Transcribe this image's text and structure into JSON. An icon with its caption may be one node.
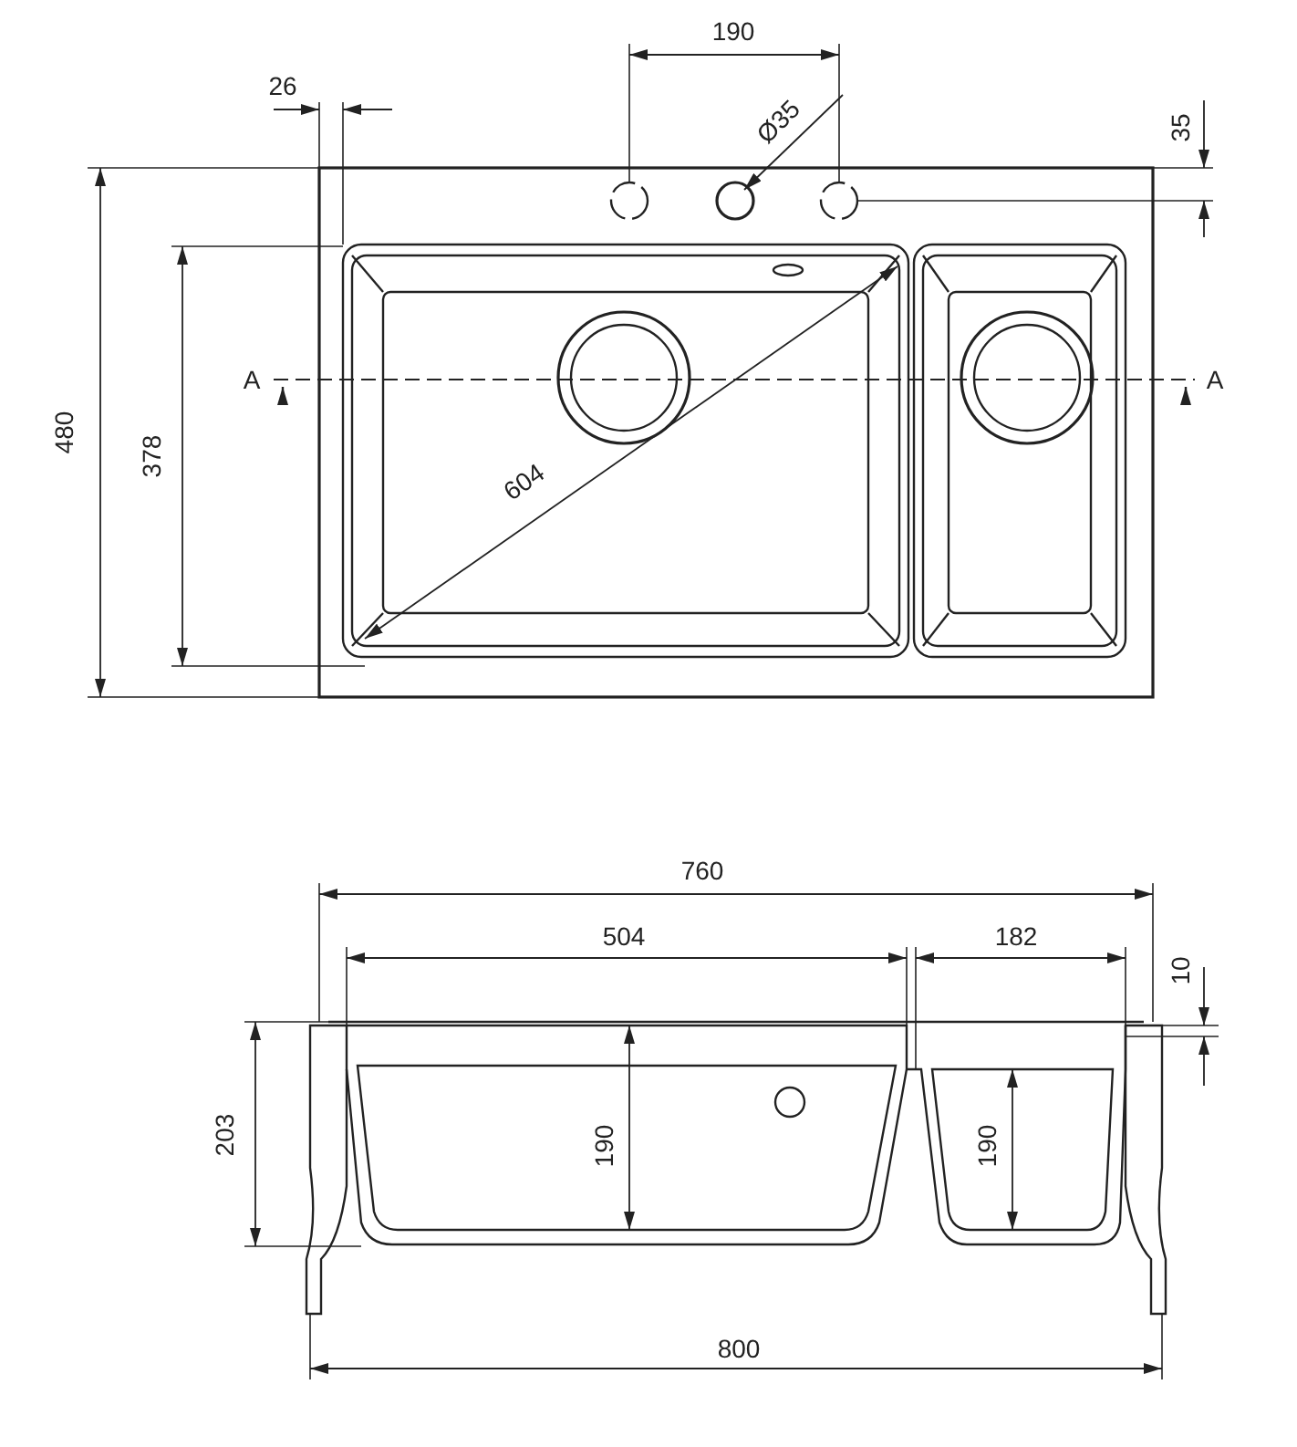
{
  "diagram": {
    "labels": [
      "190",
      "26",
      "Ø35",
      "35",
      "480",
      "378",
      "A",
      "A",
      "604",
      "760",
      "504",
      "182",
      "10",
      "203",
      "190",
      "190",
      "800"
    ]
  }
}
